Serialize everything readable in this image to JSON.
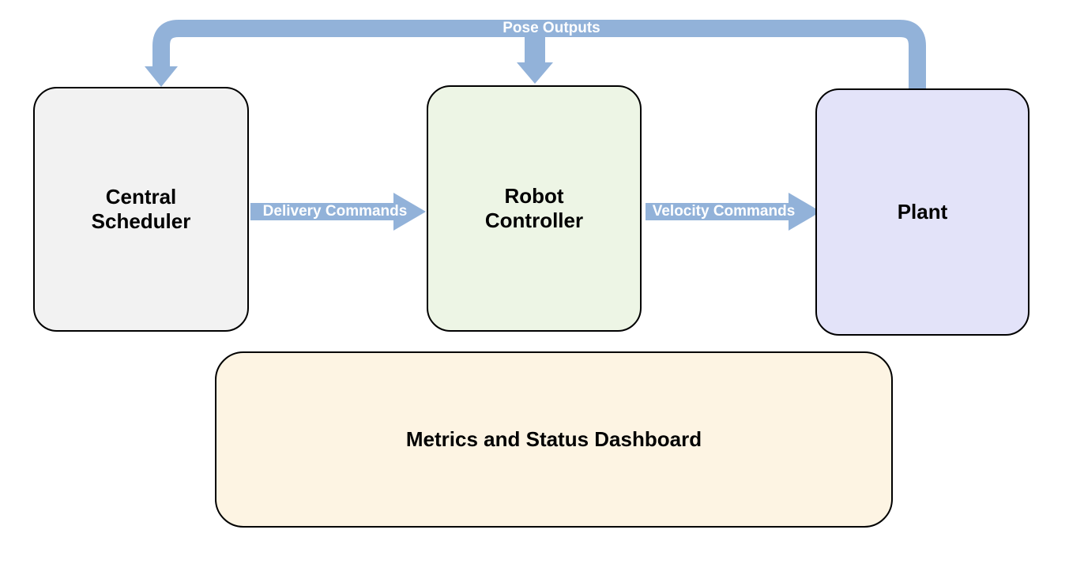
{
  "diagram": {
    "nodes": [
      {
        "id": "central-scheduler",
        "label": "Central Scheduler",
        "fill": "#f2f2f2"
      },
      {
        "id": "robot-controller",
        "label": "Robot Controller",
        "fill": "#edf5e5"
      },
      {
        "id": "plant",
        "label": "Plant",
        "fill": "#e3e3f9"
      },
      {
        "id": "dashboard",
        "label": "Metrics and Status Dashboard",
        "fill": "#fdf4e3"
      }
    ],
    "edges": [
      {
        "id": "delivery-commands",
        "label": "Delivery Commands",
        "from": "central-scheduler",
        "to": "robot-controller"
      },
      {
        "id": "velocity-commands",
        "label": "Velocity Commands",
        "from": "robot-controller",
        "to": "plant"
      },
      {
        "id": "pose-outputs",
        "label": "Pose Outputs",
        "from": "plant",
        "to": "central-scheduler, robot-controller"
      }
    ],
    "colors": {
      "arrow": "#92b2d9",
      "arrow_label": "#ffffff",
      "border": "#000000",
      "node_label": "#000000",
      "background": "#ffffff"
    }
  }
}
